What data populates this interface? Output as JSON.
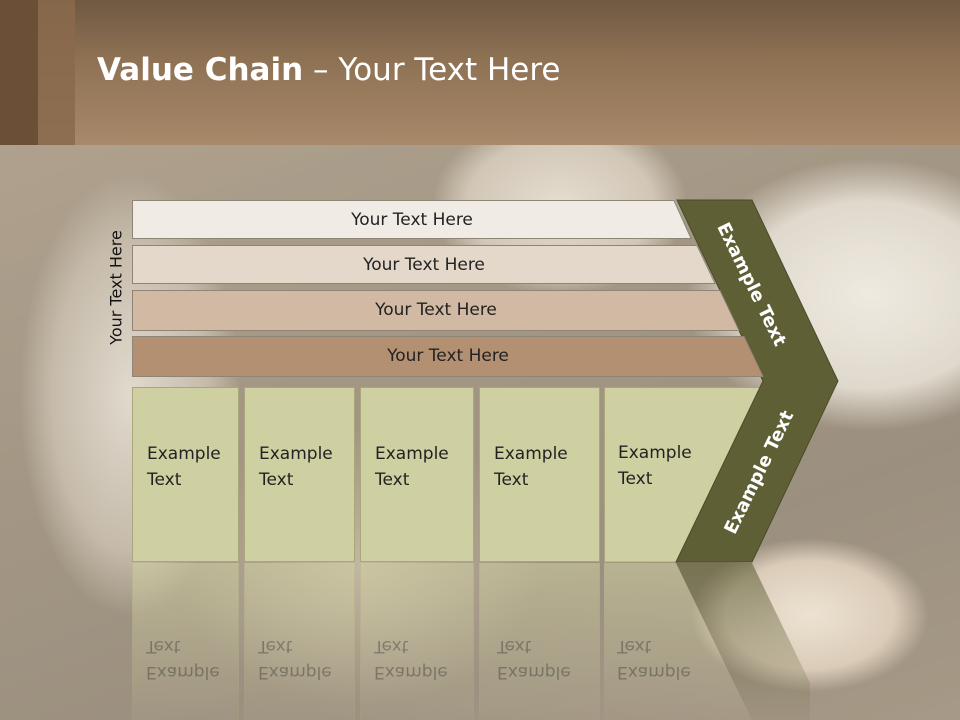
{
  "title": {
    "bold": "Value Chain",
    "rest": " – Your Text Here"
  },
  "side_label": "Your Text Here",
  "rows": [
    {
      "label": "Your Text Here",
      "fill": "#f0ebe4"
    },
    {
      "label": "Your Text Here",
      "fill": "#e4d8ca"
    },
    {
      "label": "Your Text Here",
      "fill": "#d2b9a3"
    },
    {
      "label": "Your Text Here",
      "fill": "#b49073"
    }
  ],
  "boxes": [
    {
      "line1": "Example",
      "line2": "Text"
    },
    {
      "line1": "Example",
      "line2": "Text"
    },
    {
      "line1": "Example",
      "line2": "Text"
    },
    {
      "line1": "Example",
      "line2": "Text"
    },
    {
      "line1": "Example",
      "line2": "Text"
    }
  ],
  "chevron": {
    "upper_label": "Example Text",
    "lower_label": "Example Text",
    "fill": "#5e5f35"
  },
  "colors": {
    "box_fill": "#cfd0a1",
    "header": "#a8896a"
  }
}
